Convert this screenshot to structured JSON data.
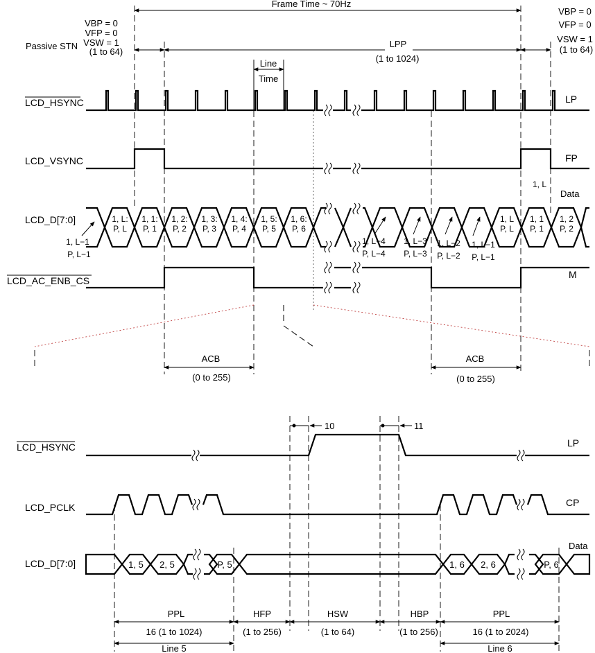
{
  "top": {
    "frame_time": "Frame Time ~ 70Hz",
    "passive_stn": "Passive STN",
    "left_params": [
      "VBP = 0",
      "VFP = 0",
      "VSW = 1",
      "(1 to 64)"
    ],
    "right_params": [
      "VBP = 0",
      "VFP = 0",
      "VSW = 1",
      "(1 to 64)"
    ],
    "lpp": "LPP",
    "lpp_range": "(1 to 1024)",
    "line_time": [
      "Line",
      "Time"
    ],
    "signals": {
      "hsync": "LCD_HSYNC",
      "vsync": "LCD_VSYNC",
      "data": "LCD_D[7:0]",
      "acenb": "LCD_AC_ENB_CS"
    },
    "right_labels": {
      "lp": "LP",
      "fp": "FP",
      "data": "Data",
      "m": "M"
    },
    "data_cells": [
      [
        "1, L:",
        "P, L"
      ],
      [
        "1, 1:",
        "P, 1"
      ],
      [
        "1, 2:",
        "P, 2"
      ],
      [
        "1, 3:",
        "P, 3"
      ],
      [
        "1, 4:",
        "P, 4"
      ],
      [
        "1, 5:",
        "P, 5"
      ],
      [
        "1, 6:",
        "P, 6"
      ],
      [
        "1, L",
        "P, L"
      ],
      [
        "1, 1",
        "P, 1"
      ],
      [
        "1, 2",
        "P, 2"
      ]
    ],
    "pointer_labels": [
      [
        "1, L−1",
        "P, L−1"
      ],
      [
        "1, L−4",
        "P, L−4"
      ],
      [
        "1, L−3",
        "P, L−3"
      ],
      [
        "1, L−2",
        "P, L−2"
      ],
      [
        "1, L−1",
        "P, L−1"
      ]
    ],
    "one_l": "1, L",
    "acb": "ACB",
    "acb_range": "(0 to 255)"
  },
  "bottom": {
    "signals": {
      "hsync": "LCD_HSYNC",
      "pclk": "LCD_PCLK",
      "data": "LCD_D[7:0]"
    },
    "right_labels": {
      "lp": "LP",
      "cp": "CP",
      "data": "Data"
    },
    "timing_10": "10",
    "timing_11": "11",
    "cells_left": [
      "1, 5",
      "2, 5",
      "P, 5"
    ],
    "cells_right": [
      "1, 6",
      "2, 6",
      "P, 6"
    ],
    "segments": {
      "ppl_left": "PPL",
      "ppl_left_range": "16  (1 to 1024)",
      "hfp": "HFP",
      "hfp_range": "(1 to 256)",
      "hsw": "HSW",
      "hsw_range": "(1 to 64)",
      "hbp": "HBP",
      "hbp_range": "(1 to 256)",
      "ppl_right": "PPL",
      "ppl_right_range": "16  (1 to 2024)"
    },
    "line5": "Line 5",
    "line6": "Line 6"
  }
}
